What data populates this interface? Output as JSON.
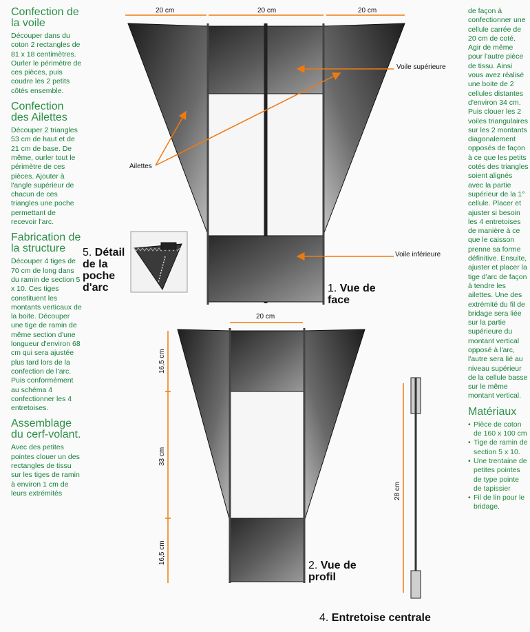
{
  "left_column": [
    {
      "title": "Confection de la voile",
      "text": "Découper dans du coton 2 rectangles de 81 x 18 centimètres. Ourler le périmètre de ces pièces, puis coudre les 2 petits côtés ensemble."
    },
    {
      "title": "Confection des Ailettes",
      "text": "Découper 2 triangles 53 cm de haut et de 21 cm de base. De même, ourler tout le périmètre de ces pièces. Ajouter à l'angle supérieur de chacun de ces triangles une poche permettant de recevoir l'arc."
    },
    {
      "title": "Fabrication de la structure",
      "text": "Découper 4 tiges de 70 cm de long dans du ramin de section 5 x 10. Ces tiges constituent les montants verticaux de la boite. Découper une tige de ramin de même section d'une longueur d'environ 68 cm qui sera ajustée plus tard lors de la confection de l'arc. Puis conformément au schéma 4 confectionner les 4 entretoises."
    },
    {
      "title": "Assemblage du cerf-volant.",
      "text": "Avec des petites pointes clouer un des rectangles de tissu sur les tiges de ramin à environ 1 cm de leurs extrémités"
    }
  ],
  "right_column": {
    "text": "de façon à confectionner une cellule carrée de 20 cm de coté. Agir de même pour l'autre pièce de tissu. Ainsi vous avez réalisé une boite de 2 cellules distantes d'environ 34 cm. Puis clouer les 2 voiles triangulaires sur les 2 montants diagonalement opposés de façon à ce que les petits cotés des triangles soient alignés avec la partie supérieur de la 1° cellule. Placer et ajuster si besoin les 4 entretoises de manière à ce que le caisson prenne sa forme définitive. Ensuite, ajuster et placer la tige d'arc de façon à tendre les ailettes. Une des extrémité du fil de bridage sera liée sur la partie supérieure du montant vertical opposé à l'arc, l'autre sera lié au niveau supérieur de la cellule basse sur le même montant vertical.",
    "materials_title": "Matériaux",
    "materials": [
      "Pièce de coton de 160 x 100 cm",
      "Tige de ramin de section 5 x 10.",
      "Une trentaine de petites pointes de type pointe de tapissier",
      "Fil de lin pour le bridage."
    ]
  },
  "figures": {
    "front": {
      "num": "1.",
      "title": "Vue de face",
      "dims": [
        "20 cm",
        "20 cm",
        "20 cm"
      ],
      "label_upper": "Voile supérieure",
      "label_lower": "Voile inférieure",
      "label_wings": "Ailettes"
    },
    "profile": {
      "num": "2.",
      "title": "Vue de profil",
      "dim_top": "20 cm",
      "dims_side": [
        "16,5 cm",
        "33 cm",
        "16,5 cm"
      ]
    },
    "spreader": {
      "num": "4.",
      "title": "Entretoise centrale",
      "dim": "28 cm"
    },
    "detail": {
      "num": "5.",
      "title": "Détail de la poche d'arc"
    }
  },
  "colors": {
    "text_green": "#16803a",
    "arrow_orange": "#f07a10",
    "sail_dark": "#3a3a3a"
  }
}
